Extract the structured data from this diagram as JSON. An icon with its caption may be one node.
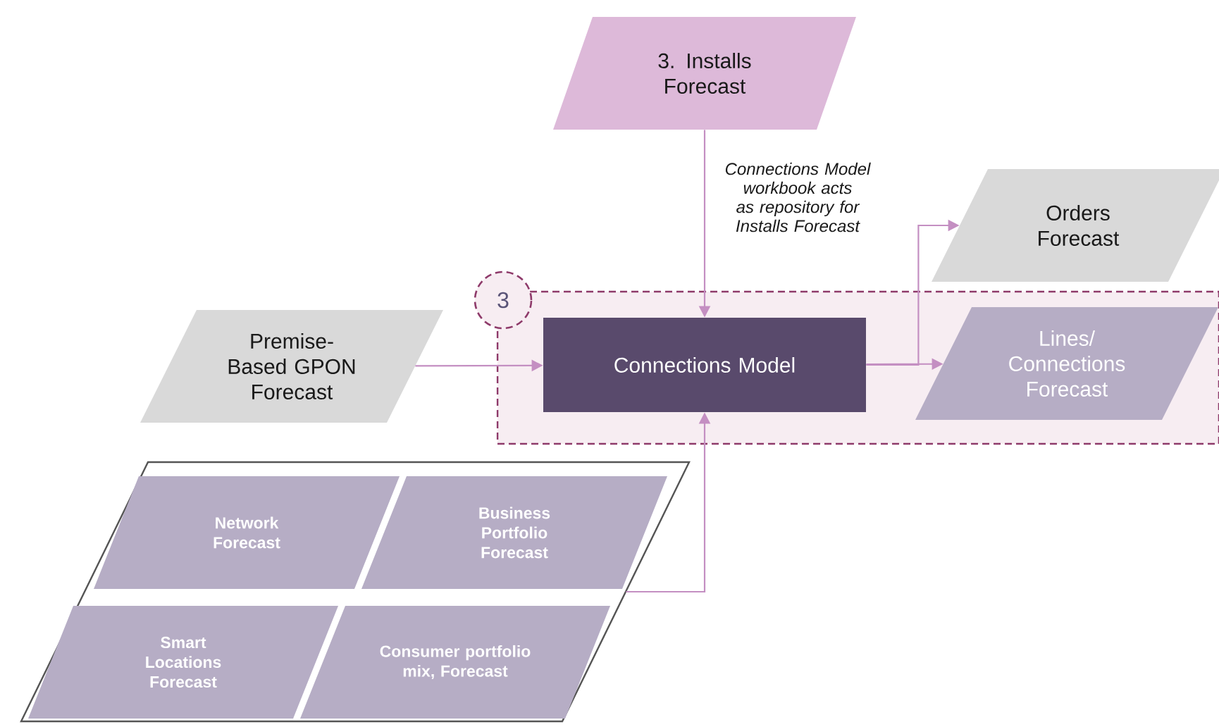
{
  "diagram": {
    "nodes": [
      {
        "text": [
          "3. Installs Forecast"
        ]
      },
      {
        "text": [
          "3"
        ]
      },
      {
        "text": [
          "Connections Model"
        ],
        "in": 1
      },
      {
        "text": [
          "Lines/ Connections Forecast"
        ],
        "in": 1
      },
      {
        "text": [
          "Orders Forecast"
        ]
      },
      {
        "text": [
          "Premise-Based GPON Forecast"
        ]
      },
      {
        "text": [],
        "shape": "parallelogram"
      },
      {
        "text": [
          "Network Forecast"
        ],
        "in": 6
      },
      {
        "text": [
          "Business Portfolio Forecast"
        ],
        "in": 6
      },
      {
        "text": [
          "Smart Locations Forecast"
        ],
        "in": 6
      },
      {
        "text": [
          "Consumer portfolio mix, Forecast"
        ],
        "in": 6
      }
    ],
    "edges": [
      {
        "from": 0,
        "to": 2,
        "arrow": "to",
        "label": "Connections Model workbook acts as repository for Installs Forecast"
      },
      {
        "from": 5,
        "to": 2,
        "arrow": "to"
      },
      {
        "from": 6,
        "to": 2,
        "arrow": "to"
      },
      {
        "from": 2,
        "to": 3,
        "arrow": "to"
      },
      {
        "from": 2,
        "to": 4,
        "arrow": "to"
      }
    ]
  }
}
